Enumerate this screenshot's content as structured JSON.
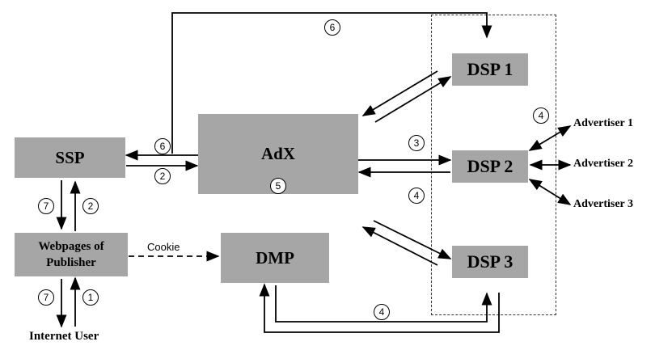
{
  "boxes": {
    "ssp": "SSP",
    "adx": "AdX",
    "dsp1": "DSP 1",
    "dsp2": "DSP 2",
    "dsp3": "DSP 3",
    "dmp": "DMP",
    "publisher_line1": "Webpages of",
    "publisher_line2": "Publisher"
  },
  "labels": {
    "internet_user": "Internet User",
    "cookie": "Cookie",
    "advertiser1": "Advertiser 1",
    "advertiser2": "Advertiser 2",
    "advertiser3": "Advertiser 3"
  },
  "steps": {
    "s1": "1",
    "s2": "2",
    "s3": "3",
    "s4": "4",
    "s5": "5",
    "s6": "6",
    "s7": "7"
  }
}
